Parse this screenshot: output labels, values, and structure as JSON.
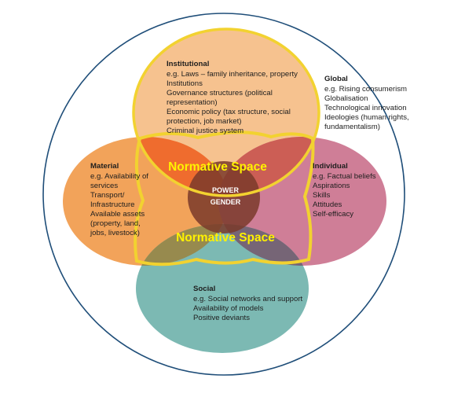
{
  "colors": {
    "outer_circle": "#1f4e79",
    "institutional": "#f6c28f",
    "material": "#f2a35a",
    "individual": "#cf7e97",
    "social": "#7cb9b3",
    "normative_overlap": "#ef6c2e",
    "core": "#7a3a2a",
    "outline": "#f2d230",
    "normative_text": "#fff200"
  },
  "institutional": {
    "heading": "Institutional",
    "lines": [
      "e.g. Laws – family inheritance, property",
      "Institutions",
      "Governance structures (political",
      "representation)",
      "Economic policy (tax structure, social",
      "protection, job market)",
      "Criminal justice system"
    ]
  },
  "global": {
    "heading": "Global",
    "lines": [
      "e.g. Rising consumerism",
      "Globalisation",
      "Technological innovation",
      "Ideologies (human rights,",
      "fundamentalism)"
    ]
  },
  "material": {
    "heading": "Material",
    "lines": [
      "e.g. Availability of",
      "services",
      "Transport/",
      "Infrastructure",
      "Available assets",
      "(property, land,",
      "jobs, livestock)"
    ]
  },
  "individual": {
    "heading": "Individual",
    "lines": [
      "e.g. Factual beliefs",
      "Aspirations",
      "Skills",
      "Attitudes",
      "Self-efficacy"
    ]
  },
  "social": {
    "heading": "Social",
    "lines": [
      "e.g. Social networks and support",
      "Availability of models",
      "Positive deviants"
    ]
  },
  "normative": {
    "top_label": "Normative Space",
    "bottom_label": "Normative Space"
  },
  "center": {
    "line1": "POWER",
    "line2": "GENDER"
  }
}
